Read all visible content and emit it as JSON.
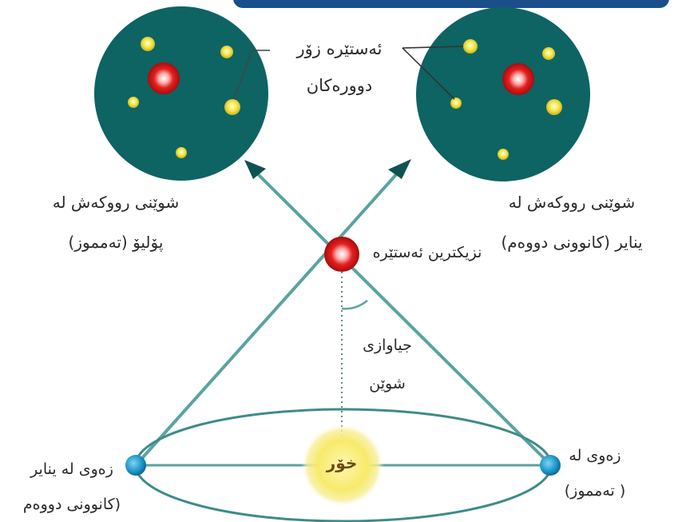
{
  "labels": {
    "distant_stars": [
      "ئەستێرە زۆر",
      "دوورەکان"
    ],
    "view_january": [
      "شوێنی رووکەش لە",
      "پۆلیۆ (تەمموز)"
    ],
    "view_july": [
      "شوێنی رووکەش لە",
      "ینایر (کانوونی دووەم)"
    ],
    "nearest_star": "نزیکترین ئەستێرە",
    "parallax": [
      "جیاوازی",
      "شوێن"
    ],
    "sun": "خۆر",
    "earth_january": [
      "زەوی لە ینایر",
      "(کانوونی دووەم"
    ],
    "earth_july": [
      "زەوی لە",
      "( تەمموز)"
    ]
  },
  "colors": {
    "sky_disc": "#0d6462",
    "line": "#5aa39f",
    "arrowhead": "#0e5350",
    "orbit": "#3d8c88",
    "sun": "#f7e86a",
    "earth": "#1a93c8",
    "red_star": "#e22222",
    "yellow_star": "#f4e54a",
    "banner": "#1a4f8c"
  },
  "icons": [
    "red-star-icon",
    "yellow-star-icon",
    "sun-icon",
    "earth-icon",
    "arrow-icon"
  ]
}
